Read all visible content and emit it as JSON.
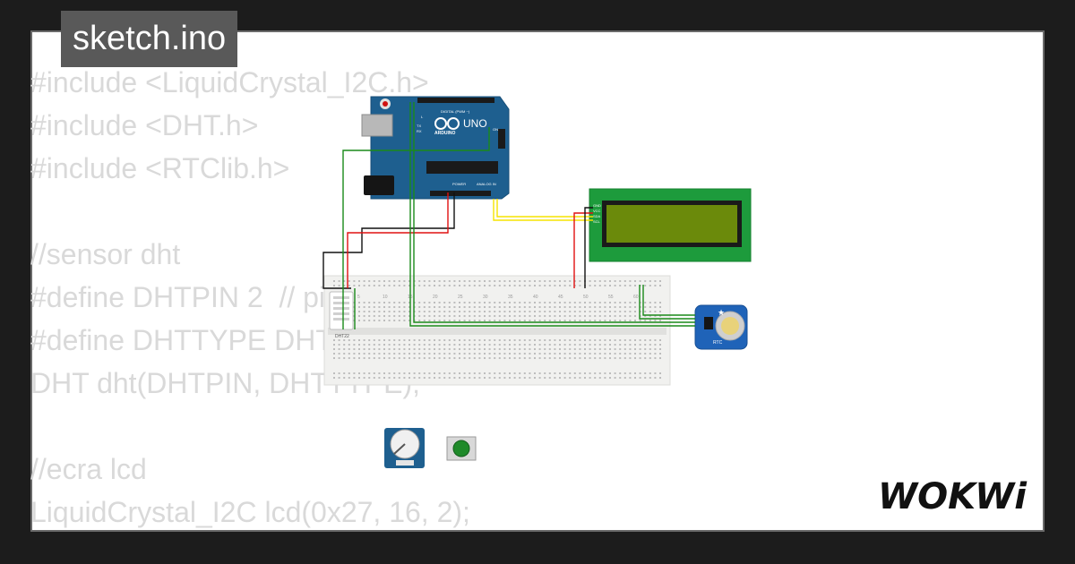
{
  "tab": {
    "filename": "sketch.ino"
  },
  "code_lines": [
    "#include <LiquidCrystal_I2C.h>",
    "#include <DHT.h>",
    "#include <RTClib.h>",
    "",
    "//sensor dht",
    "#define DHTPIN 2  // pino onde o sensor dht",
    "#define DHTTYPE DHT22 // tipo de sensor dht",
    "DHT dht(DHTPIN, DHTTYPE);",
    "",
    "//ecra lcd",
    "LiquidCrystal_I2C lcd(0x27, 16, 2);"
  ],
  "arduino": {
    "brand": "ARDUINO",
    "model": "UNO",
    "digital_label": "DIGITAL (PWM ~)",
    "power_label": "POWER",
    "analog_label": "ANALOG IN",
    "on_label": "ON",
    "led_labels": [
      "L",
      "TX",
      "RX"
    ]
  },
  "breadboard": {
    "column_numbers": [
      "1",
      "5",
      "10",
      "15",
      "20",
      "25",
      "30",
      "35",
      "40",
      "45",
      "50",
      "55",
      "60"
    ]
  },
  "dht": {
    "label": "DHT22"
  },
  "rtc": {
    "label": "RTC"
  },
  "lcd": {
    "pin_labels": [
      "GND",
      "VCC",
      "SDA",
      "SCL"
    ]
  },
  "logo": {
    "text": "WOKWi"
  },
  "colors": {
    "board_blue": "#1e5f8f",
    "lcd_green": "#1d9b3c",
    "lcd_screen": "#6b8a0b",
    "wire_green": "#1a8a1a",
    "wire_red": "#e01010",
    "wire_black": "#111111",
    "wire_yellow": "#f5e400",
    "code_text": "#d9d9d9",
    "tab_bg": "#595959"
  }
}
